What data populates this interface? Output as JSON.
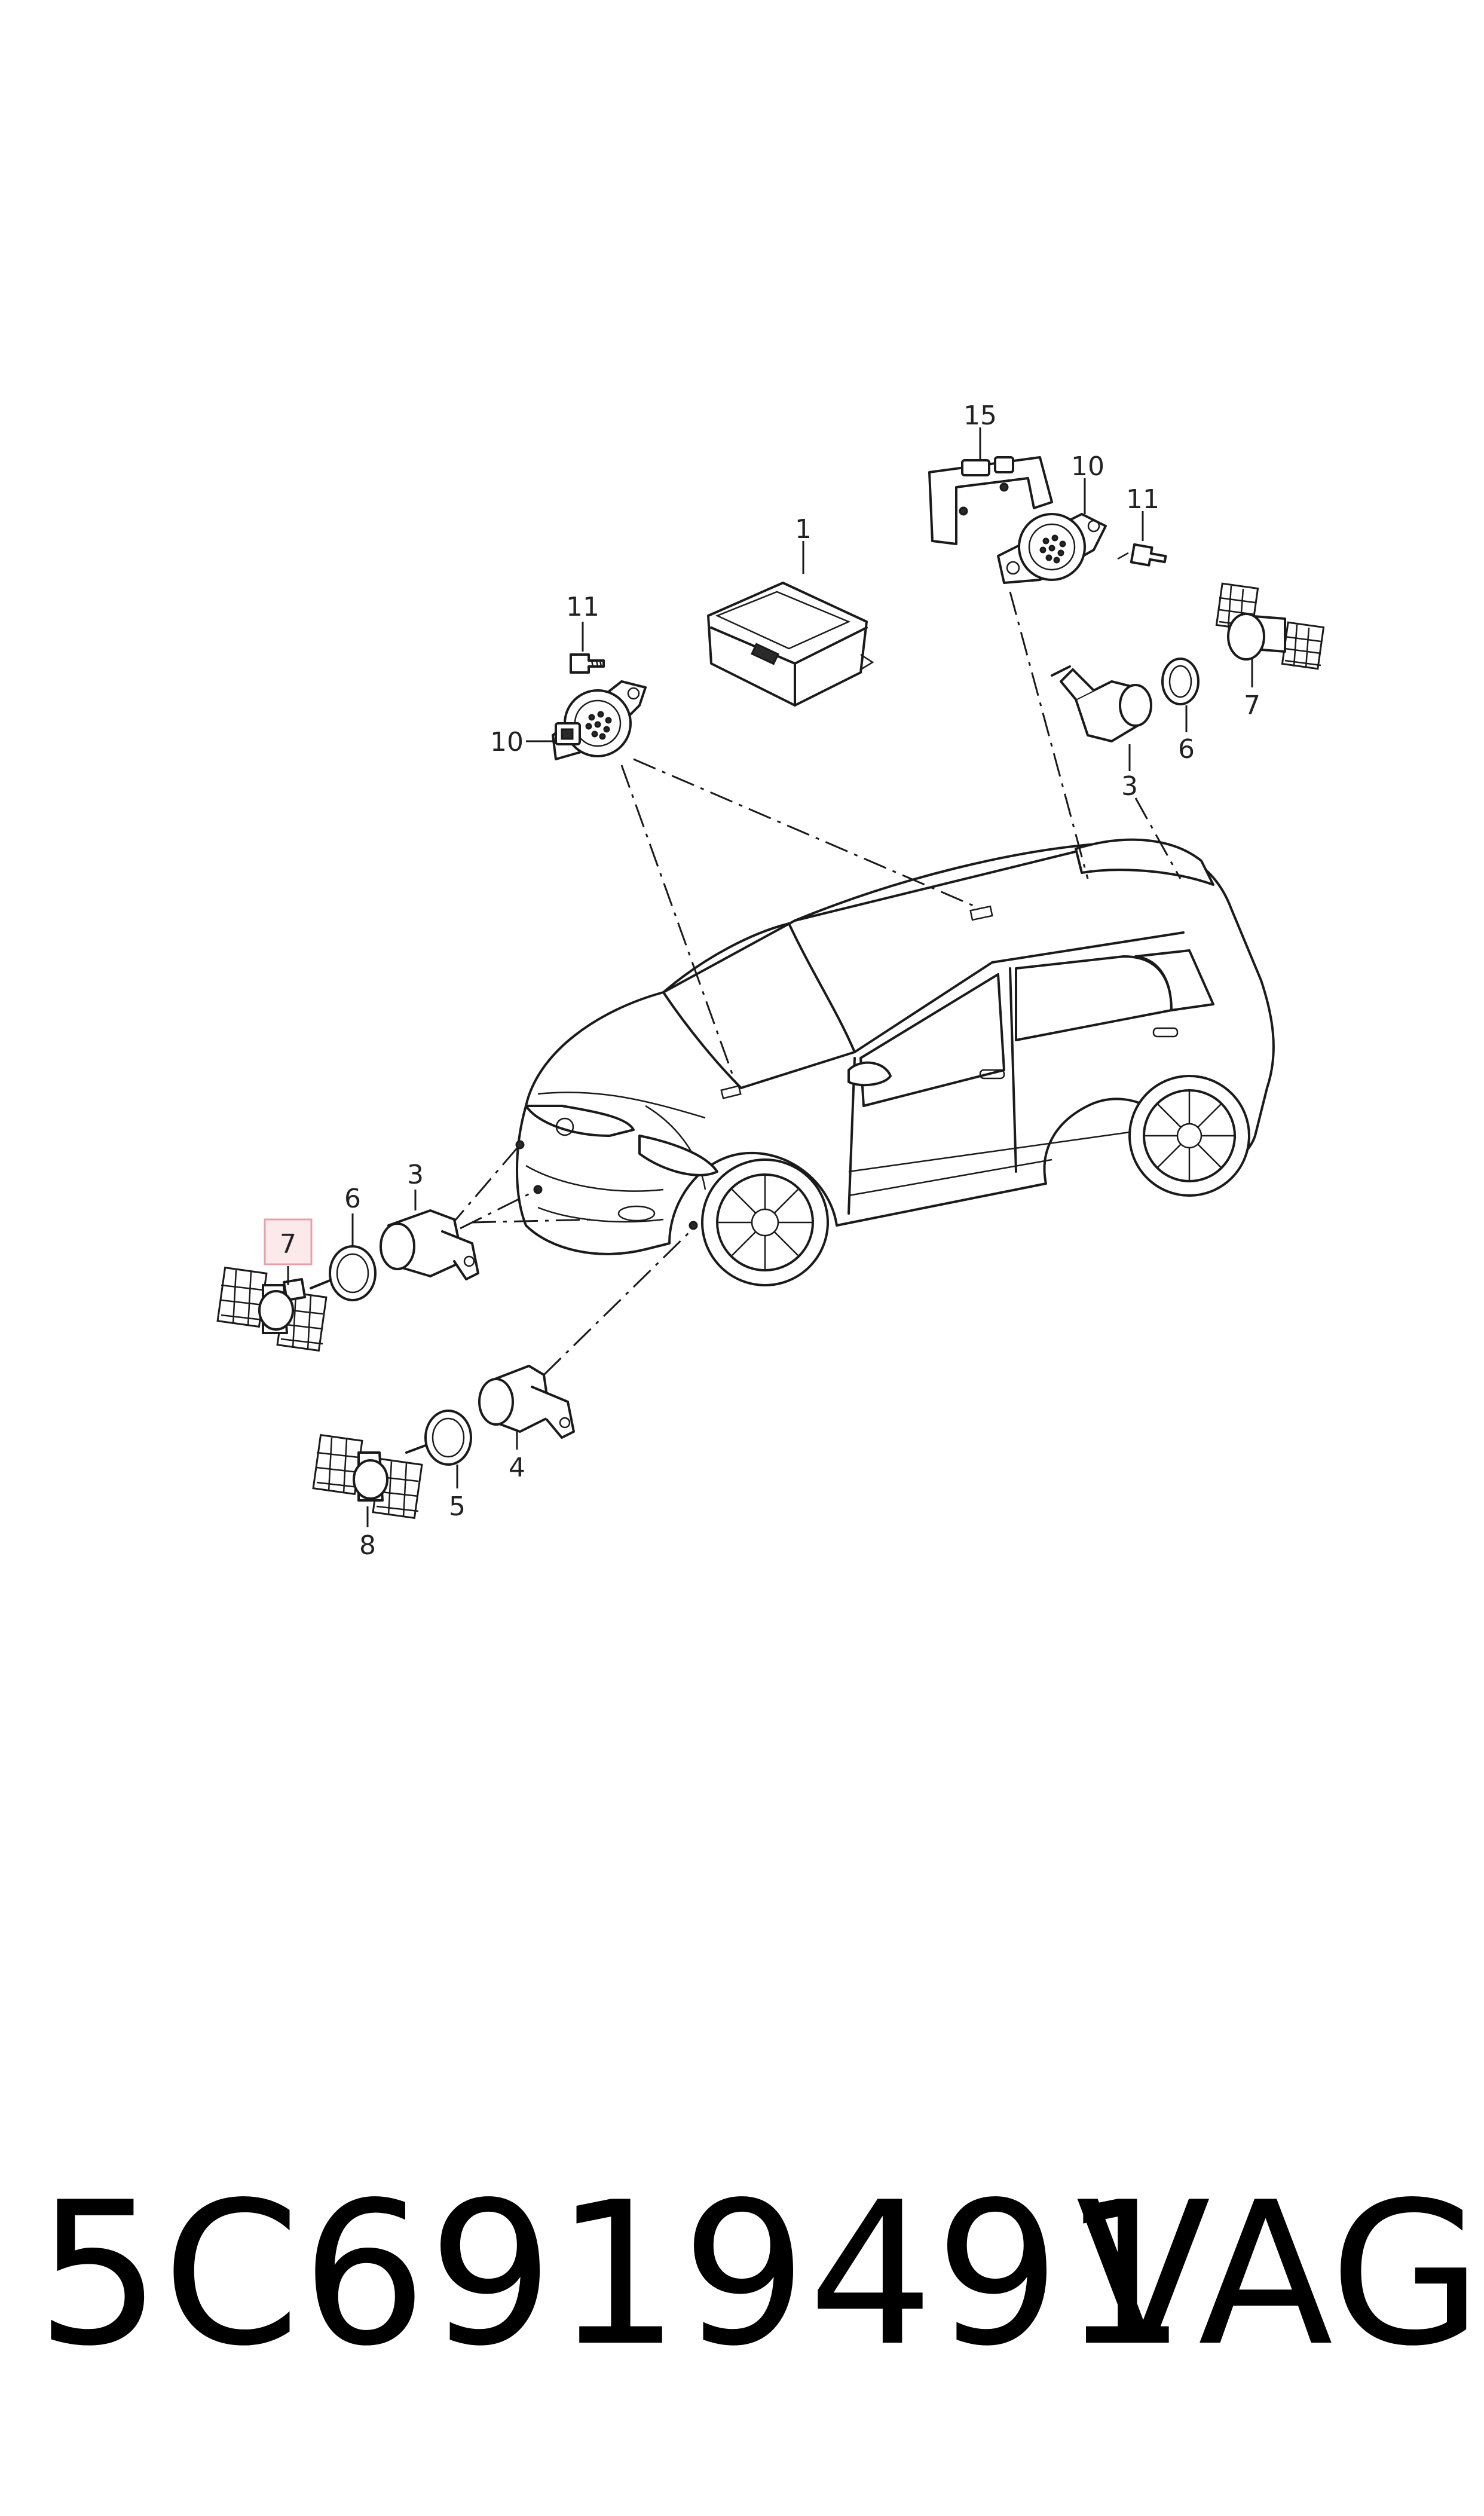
{
  "callouts": {
    "c1": "1",
    "c3_top": "3",
    "c3_front": "3",
    "c4": "4",
    "c5": "5",
    "c6_top": "6",
    "c6_front": "6",
    "c7_top": "7",
    "c7_front": "7",
    "c8": "8",
    "c10_left": "10",
    "c10_right": "10",
    "c11_left": "11",
    "c11_right": "11",
    "c15": "15"
  },
  "footer": {
    "part_number": "5C6919491",
    "brand": "VAG"
  },
  "colors": {
    "highlight_border": "#e8a0a8",
    "highlight_fill": "#fbe9ec",
    "ink": "#1a1a1a"
  }
}
